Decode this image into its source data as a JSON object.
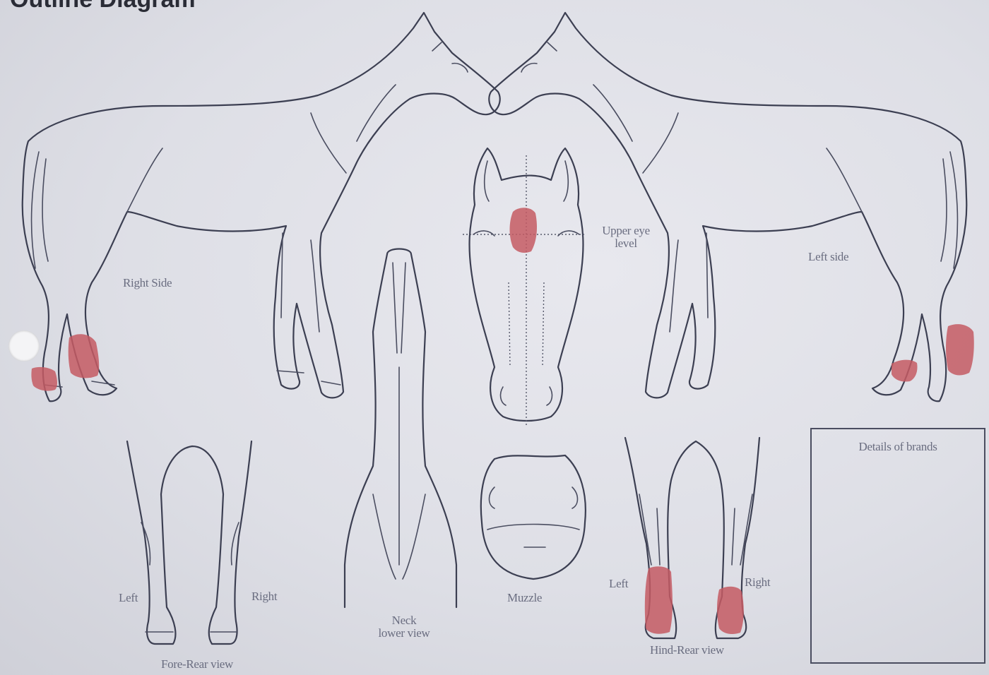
{
  "page": {
    "title": "Outline Diagram",
    "colors": {
      "outline": "#3c3f52",
      "marking": "#c45a63",
      "paper": "#dedfe6"
    }
  },
  "labels": {
    "right_side": "Right Side",
    "left_side": "Left side",
    "upper_eye_line1": "Upper eye",
    "upper_eye_line2": "level",
    "neck_line1": "Neck",
    "neck_line2": "lower view",
    "muzzle": "Muzzle",
    "fore_rear_view": "Fore-Rear view",
    "fore_left": "Left",
    "fore_right": "Right",
    "hind_rear_view": "Hind-Rear view",
    "hind_left": "Left",
    "hind_right": "Right",
    "details_of_brands": "Details of brands"
  }
}
